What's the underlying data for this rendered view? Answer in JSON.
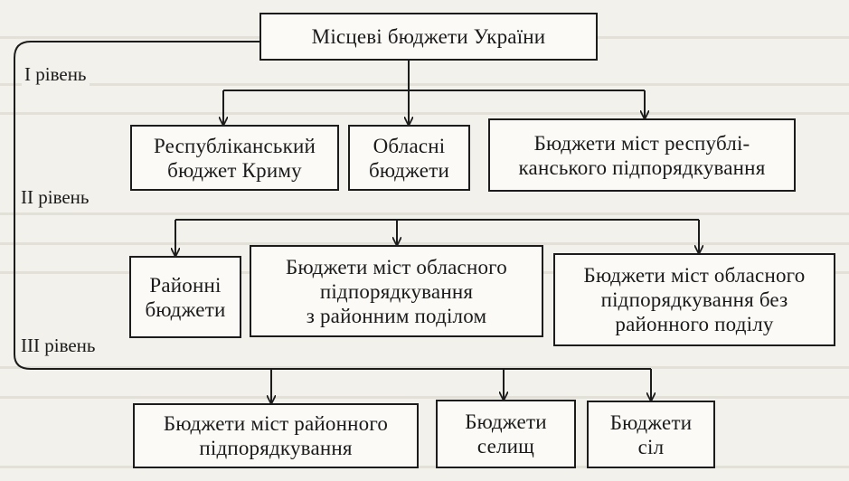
{
  "diagram": {
    "root": "Місцеві бюджети України",
    "levels": {
      "level1": "I рівень",
      "level2": "II рівень",
      "level3": "III рівень"
    },
    "level2_boxes": {
      "crimea": "Республіканський\nбюджет Криму",
      "oblast": "Обласні\nбюджети",
      "republican_cities": "Бюджети міст республі-\nканського підпорядкування"
    },
    "level3_boxes": {
      "district": "Районні\nбюджети",
      "oblast_cities_with_districts": "Бюджети міст обласного\nпідпорядкування\nз районним поділом",
      "oblast_cities_without_districts": "Бюджети міст обласного\nпідпорядкування без\nрайонного поділу"
    },
    "bottom_boxes": {
      "district_cities": "Бюджети міст районного\nпідпорядкування",
      "settlements": "Бюджети\nселищ",
      "villages": "Бюджети\nсіл"
    }
  }
}
